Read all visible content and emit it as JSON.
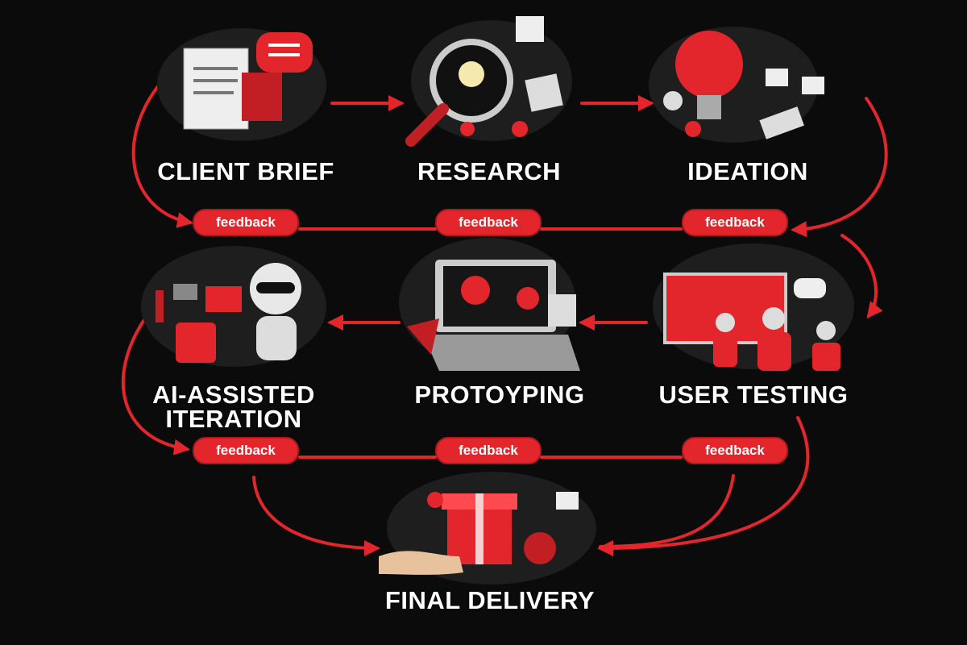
{
  "colors": {
    "accent": "#e3262b",
    "background": "#0b0b0b",
    "text": "#ffffff",
    "node": "#2a2a2a"
  },
  "stages": {
    "client_brief": "CLIENT BRIEF",
    "research": "RESEARCH",
    "ideation": "IDEATION",
    "ai_line1": "AI-ASSISTED",
    "ai_line2": "ITERATION",
    "prototyping": "PROTOYPING",
    "user_testing": "USER TESTING",
    "final_delivery": "FINAL DELIVERY"
  },
  "feedback": [
    "feedback",
    "feedback",
    "feedback",
    "feedback",
    "feedback",
    "feedback"
  ]
}
